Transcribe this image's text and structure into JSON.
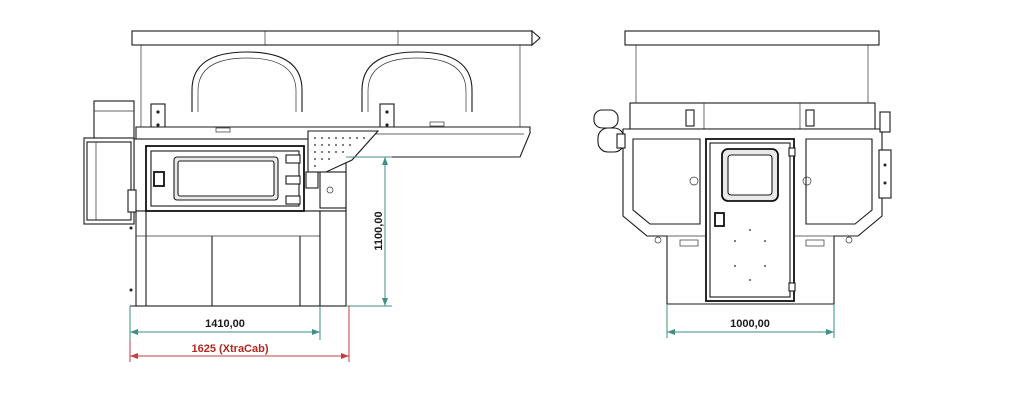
{
  "dimensions": {
    "width_standard": "1410,00",
    "width_xtracab": "1625 (XtraCab)",
    "height": "1100,00",
    "rear_width": "1000,00"
  },
  "colors": {
    "dimension_line": "#3f8f86",
    "highlight_dimension": "#c2403f",
    "highlight_text": "#b5261e",
    "outline": "#1a1a1a"
  }
}
